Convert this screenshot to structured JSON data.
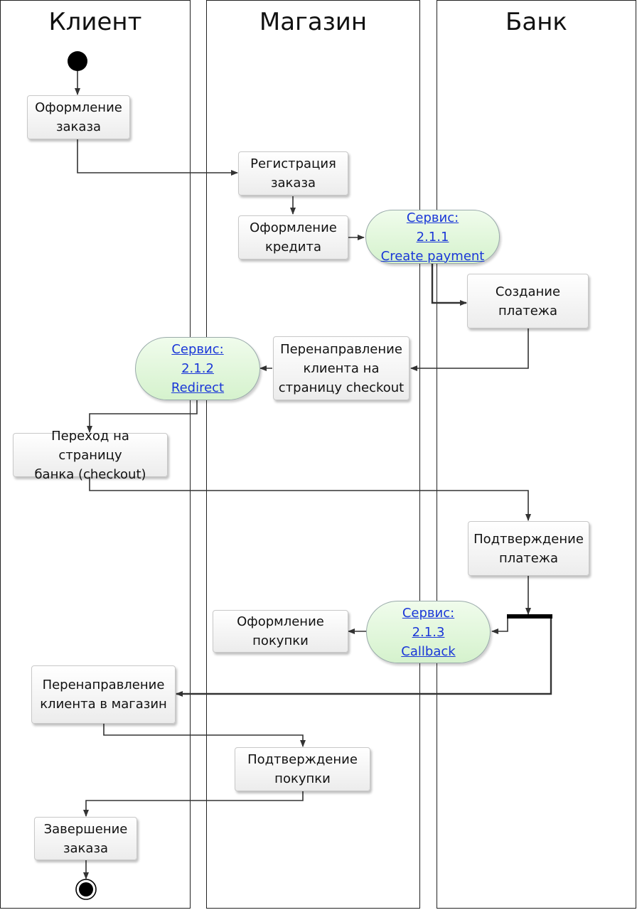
{
  "lanes": {
    "client": "Клиент",
    "shop": "Магазин",
    "bank": "Банк"
  },
  "nodes": {
    "order_form": "Оформление\nзаказа",
    "order_reg": "Регистрация\nзаказа",
    "credit_form": "Оформление\nкредита",
    "payment_create": "Создание\nплатежа",
    "redirect_checkout": "Перенаправление\nклиента на\nстраницу checkout",
    "goto_bank": "Переход на страницу\nбанка (checkout)",
    "payment_confirm": "Подтверждение\nплатежа",
    "purchase_form": "Оформление\nпокупки",
    "redirect_shop": "Перенаправление\nклиента в магазин",
    "purchase_confirm": "Подтверждение\nпокупки",
    "order_complete": "Завершение\nзаказа"
  },
  "services": {
    "s1": {
      "line1": "Сервис:",
      "line2": "2.1.1",
      "line3": "Create payment"
    },
    "s2": {
      "line1": "Сервис:",
      "line2": "2.1.2",
      "line3": "Redirect"
    },
    "s3": {
      "line1": "Сервис:",
      "line2": "2.1.3",
      "line3": "Callback"
    }
  }
}
